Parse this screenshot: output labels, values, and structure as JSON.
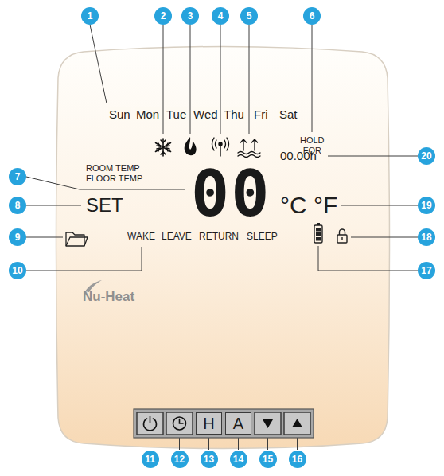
{
  "diagram": {
    "nodes": [
      {
        "text": [
          "H"
        ]
      },
      {
        "text": [
          "A"
        ]
      }
    ],
    "labels": [
      "1",
      "2",
      "3",
      "4",
      "5",
      "6",
      "Sun",
      "Mon",
      "Tue",
      "Wed",
      "Thu",
      "Fri",
      "Sat",
      "HOLD FOR",
      "ROOM TEMP",
      "FLOOR TEMP",
      "7",
      "00",
      "00.00h",
      "20",
      "8",
      "SET",
      "°C",
      "°F",
      "19",
      "9",
      "WAKE",
      "LEAVE",
      "RETURN",
      "SLEEP",
      "18",
      "10",
      "17",
      "Nu-Heat",
      "11",
      "12",
      "13",
      "14",
      "15",
      "16"
    ]
  }
}
